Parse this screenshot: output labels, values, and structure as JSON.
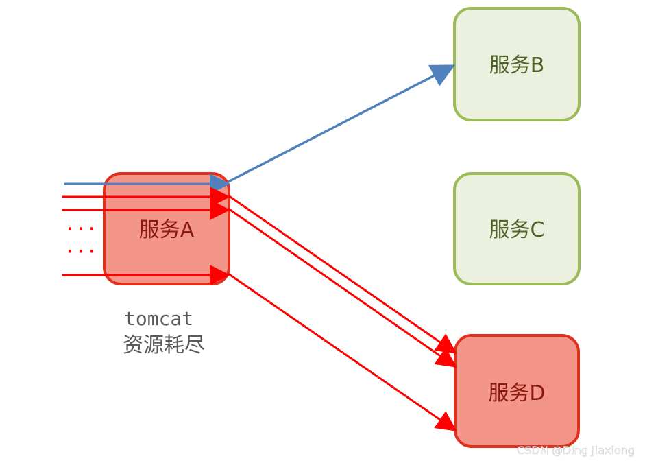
{
  "nodes": {
    "a": {
      "label": "服务A"
    },
    "b": {
      "label": "服务B"
    },
    "c": {
      "label": "服务C"
    },
    "d": {
      "label": "服务D"
    }
  },
  "caption": {
    "line1": "tomcat",
    "line2": "资源耗尽"
  },
  "ellipsis": {
    "row1": "· · ·",
    "row2": "· · ·"
  },
  "watermark": "CSDN @Ding Jiaxiong",
  "colors": {
    "healthy_fill": "#EBF1DE",
    "healthy_stroke": "#9BBB59",
    "healthy_text": "#4F6228",
    "failed_fill": "#F4958A",
    "failed_stroke": "#E0301E",
    "failed_text": "#8B1A0E",
    "request_normal": "#4F81BD",
    "request_blocked": "#FF0000",
    "caption_text": "#595959"
  }
}
